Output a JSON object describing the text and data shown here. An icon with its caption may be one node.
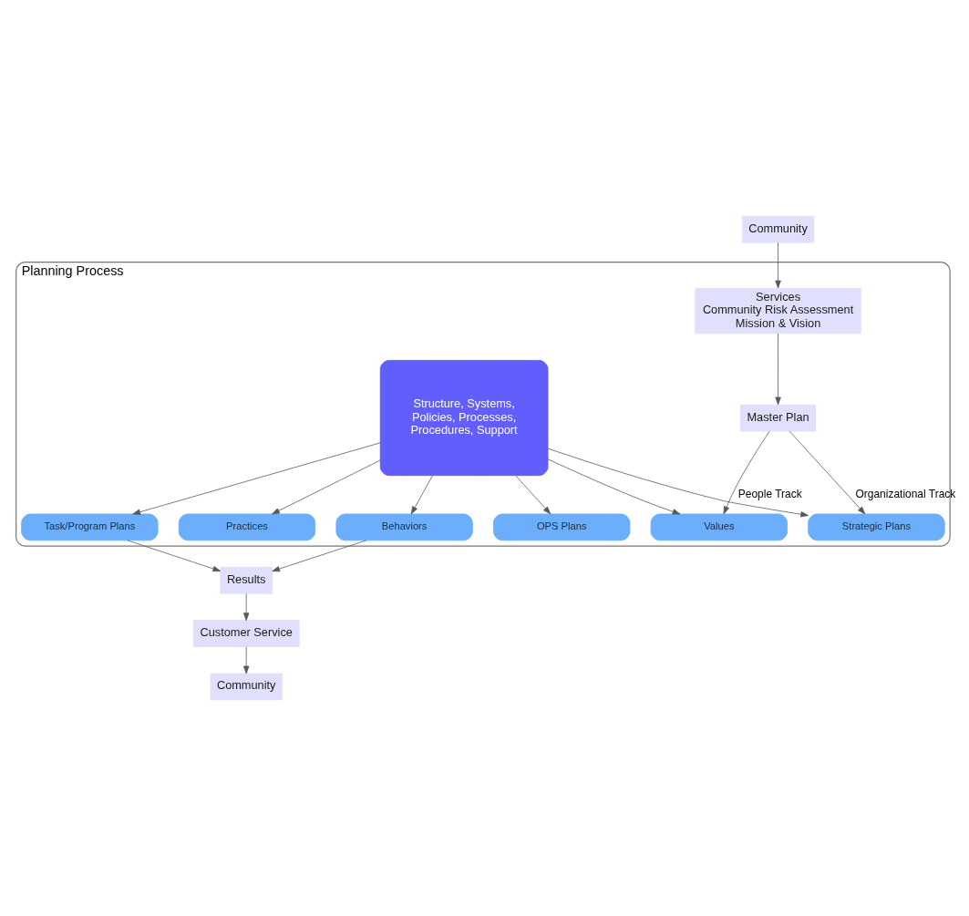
{
  "diagram": {
    "nodes": [
      {
        "text": [
          "Community"
        ]
      },
      {
        "text": [
          "Planning Process"
        ]
      },
      {
        "text": [
          "Services",
          "Community Risk Assessment",
          "Mission & Vision"
        ],
        "in": 1
      },
      {
        "text": [
          "Master Plan"
        ],
        "in": 1
      },
      {
        "text": [
          "Strategic Plans"
        ],
        "in": 1
      },
      {
        "text": [
          "OPS Plans"
        ],
        "in": 1
      },
      {
        "text": [
          "Task/Program Plans"
        ],
        "in": 1
      },
      {
        "text": [
          "Structure, Systems, Policies, Processes, Procedures, Support"
        ],
        "in": 1
      },
      {
        "text": [
          "Values"
        ],
        "in": 1
      },
      {
        "text": [
          "Practices"
        ],
        "in": 1
      },
      {
        "text": [
          "Behaviors"
        ],
        "in": 1
      },
      {
        "text": [
          "Results"
        ]
      },
      {
        "text": [
          "Customer Service"
        ]
      },
      {
        "text": [
          "Community"
        ]
      }
    ],
    "edges": [
      {
        "from": 0,
        "to": 2,
        "arrow": "to"
      },
      {
        "from": 2,
        "to": 3,
        "arrow": "to"
      },
      {
        "from": 3,
        "to": 4,
        "arrow": "to",
        "label": "Organizational Track"
      },
      {
        "from": 3,
        "to": 8,
        "arrow": "to",
        "label": "People Track"
      },
      {
        "from": 7,
        "to": 4,
        "arrow": "to"
      },
      {
        "from": 7,
        "to": 5,
        "arrow": "to"
      },
      {
        "from": 7,
        "to": 6,
        "arrow": "to"
      },
      {
        "from": 7,
        "to": 8,
        "arrow": "to"
      },
      {
        "from": 7,
        "to": 9,
        "arrow": "to"
      },
      {
        "from": 7,
        "to": 10,
        "arrow": "to"
      },
      {
        "from": 6,
        "to": 11,
        "arrow": "to"
      },
      {
        "from": 10,
        "to": 11,
        "arrow": "to"
      },
      {
        "from": 11,
        "to": 12,
        "arrow": "to"
      },
      {
        "from": 12,
        "to": 13,
        "arrow": "to"
      }
    ]
  }
}
